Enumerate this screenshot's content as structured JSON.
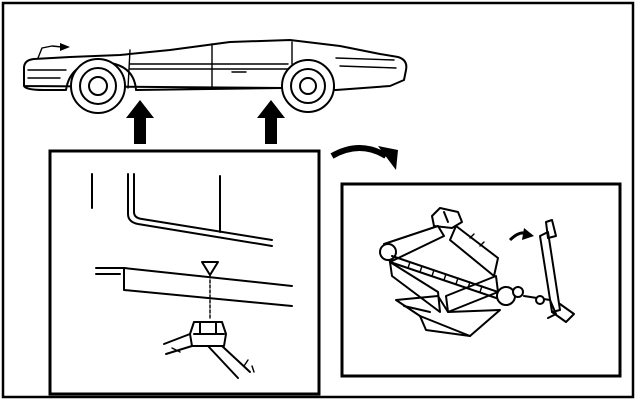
{
  "figure": {
    "panels": [
      "car-side-view",
      "jack-point-detail",
      "scissor-jack"
    ],
    "lift_points": 2
  }
}
